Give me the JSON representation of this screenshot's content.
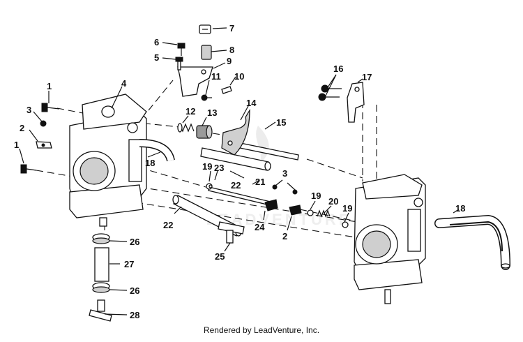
{
  "diagram": {
    "callouts": [
      {
        "id": "c1a",
        "text": "1"
      },
      {
        "id": "c1b",
        "text": "1"
      },
      {
        "id": "c2a",
        "text": "2"
      },
      {
        "id": "c2b",
        "text": "2"
      },
      {
        "id": "c3a",
        "text": "3"
      },
      {
        "id": "c3b",
        "text": "3"
      },
      {
        "id": "c4",
        "text": "4"
      },
      {
        "id": "c5",
        "text": "5"
      },
      {
        "id": "c6",
        "text": "6"
      },
      {
        "id": "c7",
        "text": "7"
      },
      {
        "id": "c8",
        "text": "8"
      },
      {
        "id": "c9",
        "text": "9"
      },
      {
        "id": "c10",
        "text": "10"
      },
      {
        "id": "c11",
        "text": "11"
      },
      {
        "id": "c12",
        "text": "12"
      },
      {
        "id": "c13",
        "text": "13"
      },
      {
        "id": "c14",
        "text": "14"
      },
      {
        "id": "c15",
        "text": "15"
      },
      {
        "id": "c16",
        "text": "16"
      },
      {
        "id": "c17",
        "text": "17"
      },
      {
        "id": "c18a",
        "text": "18"
      },
      {
        "id": "c18b",
        "text": "18"
      },
      {
        "id": "c19a",
        "text": "19"
      },
      {
        "id": "c19b",
        "text": "19"
      },
      {
        "id": "c19c",
        "text": "19"
      },
      {
        "id": "c20",
        "text": "20"
      },
      {
        "id": "c21",
        "text": "21"
      },
      {
        "id": "c22a",
        "text": "22"
      },
      {
        "id": "c22b",
        "text": "22"
      },
      {
        "id": "c23",
        "text": "23"
      },
      {
        "id": "c24",
        "text": "24"
      },
      {
        "id": "c25",
        "text": "25"
      },
      {
        "id": "c26a",
        "text": "26"
      },
      {
        "id": "c26b",
        "text": "26"
      },
      {
        "id": "c27",
        "text": "27"
      },
      {
        "id": "c28",
        "text": "28"
      }
    ],
    "watermark": "LEADVENTURE",
    "credit": "Rendered by LeadVenture, Inc."
  }
}
